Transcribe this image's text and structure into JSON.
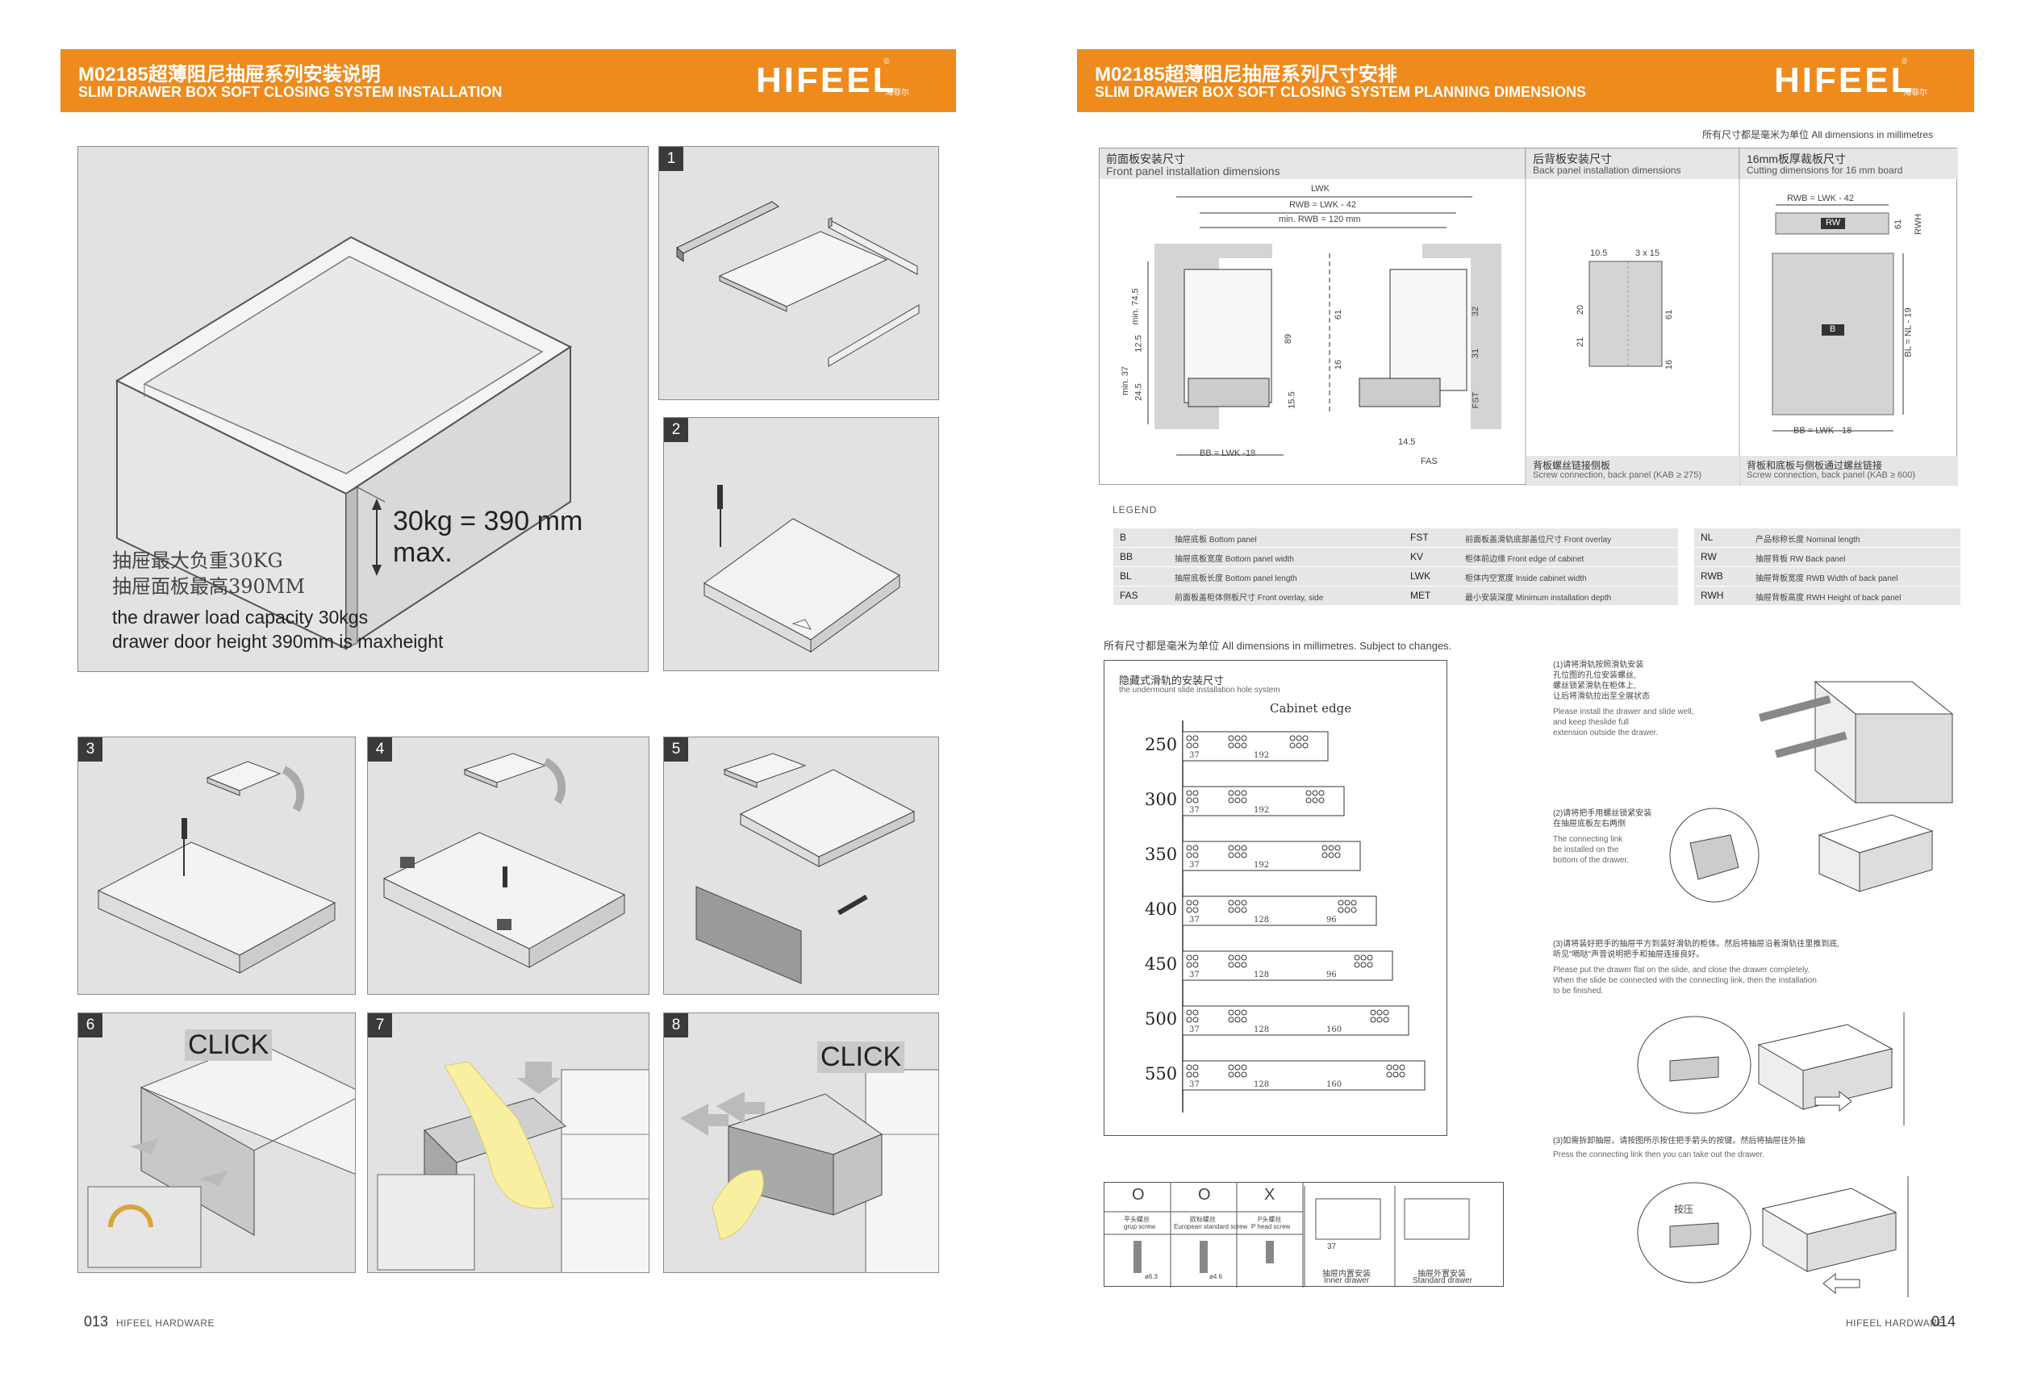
{
  "left_page": {
    "header": {
      "title_zh": "M02185超薄阻尼抽屉系列安装说明",
      "title_en": "SLIM DRAWER BOX SOFT CLOSING SYSTEM INSTALLATION",
      "logo": "HIFEEL",
      "logo_sub": "海菲尔",
      "logo_reg": "®"
    },
    "main_panel": {
      "capacity": "30kg = 390 mm max.",
      "zh_line1": "抽屉最大负重30KG",
      "zh_line2": "抽屉面板最高390MM",
      "en_line1": "the drawer load capacity 30kgs",
      "en_line2": "drawer door height 390mm is maxheight"
    },
    "steps": [
      "1",
      "2",
      "3",
      "4",
      "5",
      "6",
      "7",
      "8"
    ],
    "click_label": "CLICK",
    "footer": {
      "page": "013",
      "brand": "HIFEEL HARDWARE"
    }
  },
  "right_page": {
    "header": {
      "title_zh": "M02185超薄阻尼抽屉系列尺寸安排",
      "title_en": "SLIM DRAWER BOX SOFT CLOSING SYSTEM PLANNING DIMENSIONS",
      "logo": "HIFEEL",
      "logo_sub": "海菲尔",
      "logo_reg": "®"
    },
    "units_note_top": "所有尺寸都是毫米为单位 All dimensions in millimetres",
    "sections": [
      {
        "zh": "前面板安装尺寸",
        "en": "Front panel installation dimensions"
      },
      {
        "zh": "后背板安装尺寸",
        "en": "Back panel installation dimensions"
      },
      {
        "zh": "16mm板厚裁板尺寸",
        "en": "Cutting dimensions for 16 mm board"
      }
    ],
    "section_feet": [
      {
        "zh": "背板螺丝链接侧板",
        "en": "Screw connection, back panel (KAB ≥ 275)"
      },
      {
        "zh": "背板和底板与侧板通过螺丝链接",
        "en": "Screw connection, back panel (KAB ≥ 600)"
      }
    ],
    "front_dims": {
      "lwk": "LWK",
      "rwb": "RWB = LWK - 42",
      "min_rwb": "min. RWB = 120 mm",
      "min745": "min. 74.5",
      "d125": "12.5",
      "min37": "min. 37",
      "d245": "24.5",
      "d89": "89",
      "d155": "15.5",
      "d61": "61",
      "d16": "16",
      "d32": "32",
      "d31": "31",
      "fst": "FST",
      "bb": "BB = LWK -18",
      "d145": "14.5",
      "fas": "FAS"
    },
    "back_dims": {
      "d105": "10.5",
      "screw": "3 x 15",
      "d20": "20",
      "d21": "21",
      "d61": "61",
      "d16": "16"
    },
    "cut_dims": {
      "rwb": "RWB = LWK - 42",
      "rw": "RW",
      "d61": "61",
      "rwh": "RWH",
      "b": "B",
      "bl": "BL = NL - 19",
      "bb": "BB = LWK - 18"
    },
    "legend_title": "LEGEND",
    "legend": [
      [
        {
          "k": "B",
          "d": "抽屉底板 Bottom panel"
        },
        {
          "k": "BB",
          "d": "抽屉底板宽度 Bottom panel width"
        },
        {
          "k": "BL",
          "d": "抽屉底板长度 Bottom panel length"
        },
        {
          "k": "FAS",
          "d": "前面板盖柜体侧板尺寸 Front overlay, side"
        }
      ],
      [
        {
          "k": "FST",
          "d": "前面板盖滑轨底部盖位尺寸 Front overlay"
        },
        {
          "k": "KV",
          "d": "柜体前边缘 Front edge of cabinet"
        },
        {
          "k": "LWK",
          "d": "柜体内空宽度 Inside cabinet width"
        },
        {
          "k": "MET",
          "d": "最小安装深度 Minimum installation depth"
        }
      ],
      [
        {
          "k": "NL",
          "d": "产品标称长度 Nominal length"
        },
        {
          "k": "RW",
          "d": "抽屉背板 RW Back panel"
        },
        {
          "k": "RWB",
          "d": "抽屉背板宽度 RWB Width of back panel"
        },
        {
          "k": "RWH",
          "d": "抽屉背板高度 RWH Height of back panel"
        }
      ]
    ],
    "units_note_mid": "所有尺寸都是毫米为单位 All dimensions in millimetres. Subject to changes.",
    "hole_system": {
      "title_zh": "隐藏式滑轨的安装尺寸",
      "title_en": "the undermount slide installation hole system",
      "cabinet_edge": "Cabinet edge",
      "rows": [
        {
          "size": "250",
          "dims": [
            "37",
            "192"
          ]
        },
        {
          "size": "300",
          "dims": [
            "37",
            "192"
          ]
        },
        {
          "size": "350",
          "dims": [
            "37",
            "192"
          ]
        },
        {
          "size": "400",
          "dims": [
            "37",
            "128",
            "96"
          ]
        },
        {
          "size": "450",
          "dims": [
            "37",
            "128",
            "96"
          ]
        },
        {
          "size": "500",
          "dims": [
            "37",
            "128",
            "160"
          ]
        },
        {
          "size": "550",
          "dims": [
            "37",
            "128",
            "160"
          ]
        }
      ]
    },
    "screws": {
      "cols": [
        {
          "sym": "O",
          "zh": "平头螺丝",
          "en": "grup screw"
        },
        {
          "sym": "O",
          "zh": "欧标螺丝",
          "en": "European standard screw"
        },
        {
          "sym": "X",
          "zh": "P头螺丝",
          "en": "P head screw"
        }
      ],
      "inner_zh": "抽屉内置安装",
      "inner_en": "Inner drawer",
      "outer_zh": "抽屉外置安装",
      "outer_en": "Standard drawer",
      "d37": "37",
      "d6": "ø6.3",
      "d4": "ø4.6"
    },
    "instructions": [
      {
        "zh": "(1)请将滑轨按照滑轨安装\n孔位图的孔位安装螺丝,\n螺丝锁紧滑轨在柜体上,\n让后将滑轨拉出至全展状态",
        "en": "Please install the drawer and slide well,\nand keep theslide full\nextension outside the drawer."
      },
      {
        "zh": "(2)请将把手用螺丝锁紧安装\n在抽屉底板左右两侧",
        "en": "The connecting link\nbe installed on the\nbottom of the drawer."
      },
      {
        "zh": "(3)请将装好把手的抽屉平方到装好滑轨的柜体。然后将抽屉沿着滑轨往里推到底,\n听见\"嘀哒\"声音说明把手和抽屉连接良好。",
        "en": "Please put the drawer flat on the slide, and close the drawer completely.\nWhen the slide be connected with the connecting link, then the installation\nto be finished."
      },
      {
        "zh": "(3)如需拆卸抽屉。请按图所示按住把手箭头的按键。然后将抽屉往外抽",
        "en": "Press the connecting link then you can take out the drawer."
      }
    ],
    "press_label": "按压",
    "footer": {
      "page": "014",
      "brand": "HIFEEL HARDWARE"
    }
  }
}
